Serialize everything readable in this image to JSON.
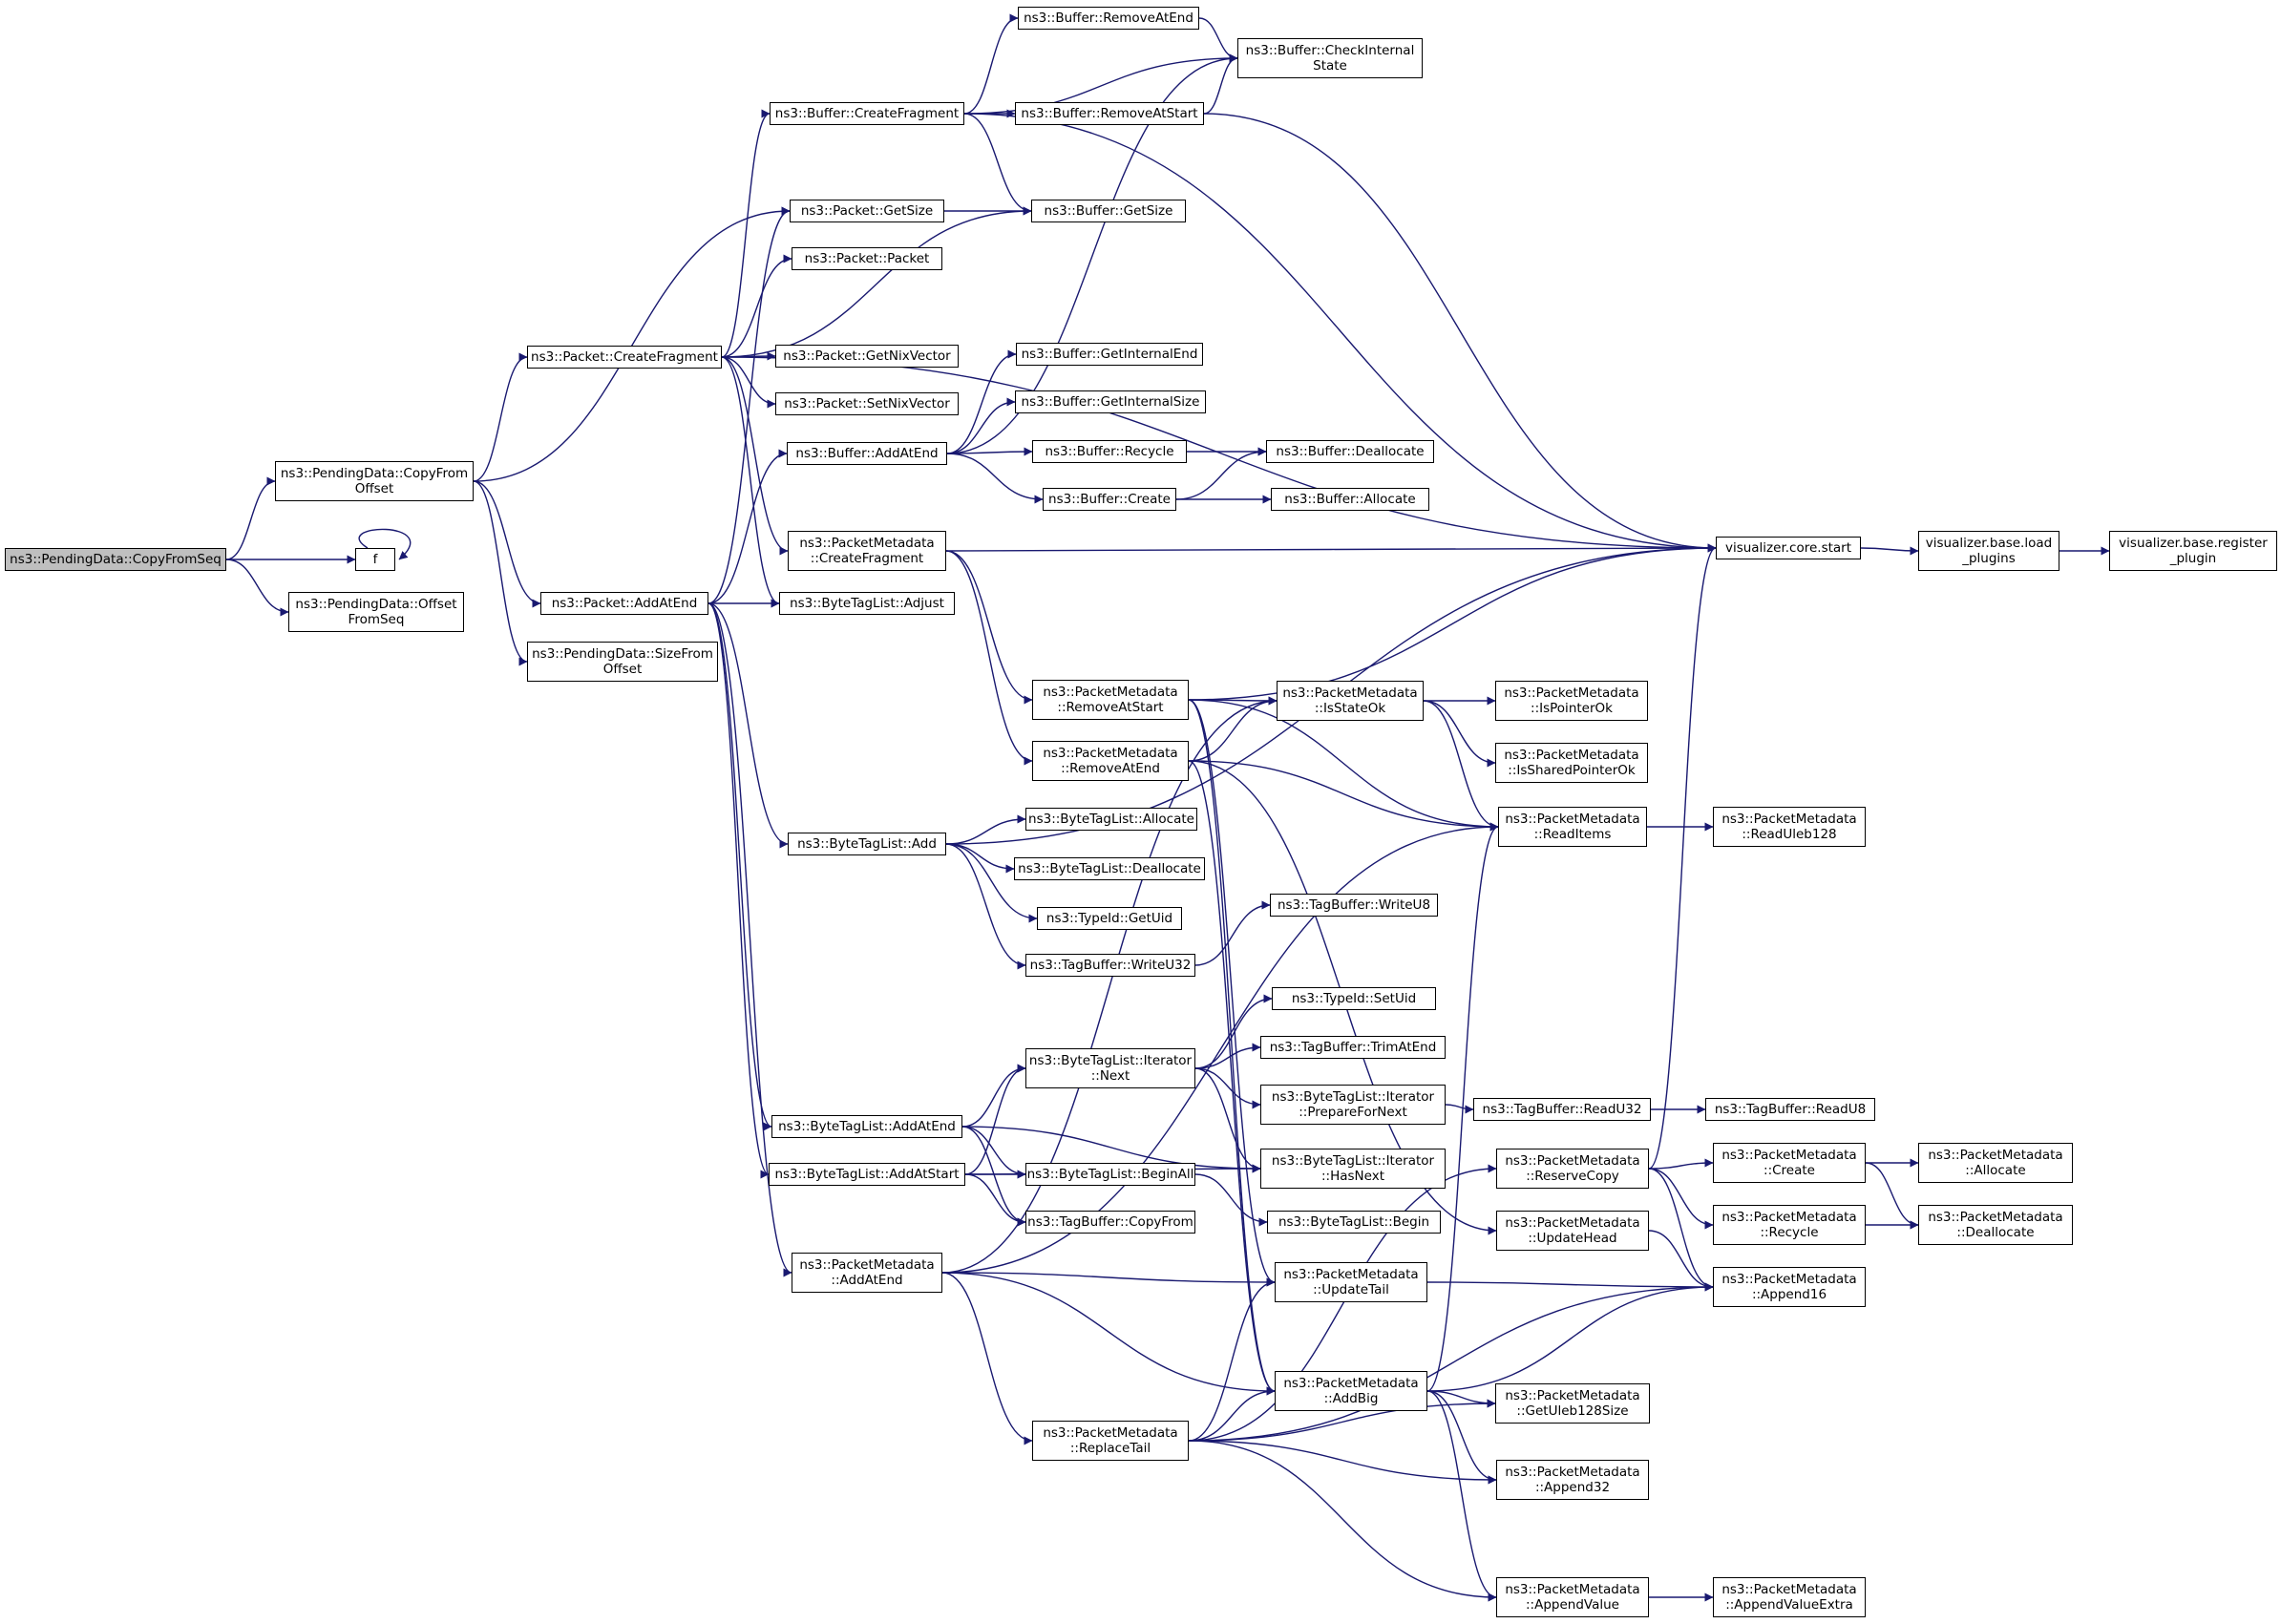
{
  "colors": {
    "edge": "#191970",
    "node_border": "#000000",
    "node_fill": "#ffffff",
    "root_fill": "#bfbfbf",
    "background": "#ffffff"
  },
  "nodes": [
    {
      "id": "root",
      "label": "ns3::PendingData::CopyFromSeq",
      "root": true
    },
    {
      "id": "f",
      "label": "f"
    },
    {
      "id": "pd_copyfromoffset",
      "label": "ns3::PendingData::CopyFrom\nOffset"
    },
    {
      "id": "pd_offsetfromseq",
      "label": "ns3::PendingData::Offset\nFromSeq"
    },
    {
      "id": "pd_sizefromoffset",
      "label": "ns3::PendingData::SizeFrom\nOffset"
    },
    {
      "id": "pkt_createfragment",
      "label": "ns3::Packet::CreateFragment"
    },
    {
      "id": "pkt_addatend",
      "label": "ns3::Packet::AddAtEnd"
    },
    {
      "id": "buf_createfragment",
      "label": "ns3::Buffer::CreateFragment"
    },
    {
      "id": "pkt_getsize",
      "label": "ns3::Packet::GetSize"
    },
    {
      "id": "pkt_packet",
      "label": "ns3::Packet::Packet"
    },
    {
      "id": "pkt_getnixvector",
      "label": "ns3::Packet::GetNixVector"
    },
    {
      "id": "pkt_setnixvector",
      "label": "ns3::Packet::SetNixVector"
    },
    {
      "id": "buf_addatend",
      "label": "ns3::Buffer::AddAtEnd"
    },
    {
      "id": "pm_createfragment",
      "label": "ns3::PacketMetadata\n::CreateFragment"
    },
    {
      "id": "btl_adjust",
      "label": "ns3::ByteTagList::Adjust"
    },
    {
      "id": "btl_add",
      "label": "ns3::ByteTagList::Add"
    },
    {
      "id": "btl_addatend",
      "label": "ns3::ByteTagList::AddAtEnd"
    },
    {
      "id": "btl_addatstart",
      "label": "ns3::ByteTagList::AddAtStart"
    },
    {
      "id": "pm_addatend",
      "label": "ns3::PacketMetadata\n::AddAtEnd"
    },
    {
      "id": "buf_removeatend",
      "label": "ns3::Buffer::RemoveAtEnd"
    },
    {
      "id": "buf_removeatstart",
      "label": "ns3::Buffer::RemoveAtStart"
    },
    {
      "id": "buf_getsize",
      "label": "ns3::Buffer::GetSize"
    },
    {
      "id": "buf_checkinternalstate",
      "label": "ns3::Buffer::CheckInternal\nState"
    },
    {
      "id": "buf_getinternalend",
      "label": "ns3::Buffer::GetInternalEnd"
    },
    {
      "id": "buf_getinternalsize",
      "label": "ns3::Buffer::GetInternalSize"
    },
    {
      "id": "buf_recycle",
      "label": "ns3::Buffer::Recycle"
    },
    {
      "id": "buf_create",
      "label": "ns3::Buffer::Create"
    },
    {
      "id": "buf_deallocate",
      "label": "ns3::Buffer::Deallocate"
    },
    {
      "id": "buf_allocate",
      "label": "ns3::Buffer::Allocate"
    },
    {
      "id": "vis_core_start",
      "label": "visualizer.core.start"
    },
    {
      "id": "vis_load_plugins",
      "label": "visualizer.base.load\n_plugins"
    },
    {
      "id": "vis_register_plugin",
      "label": "visualizer.base.register\n_plugin"
    },
    {
      "id": "pm_removeatstart",
      "label": "ns3::PacketMetadata\n::RemoveAtStart"
    },
    {
      "id": "pm_removeatend",
      "label": "ns3::PacketMetadata\n::RemoveAtEnd"
    },
    {
      "id": "pm_isstateok",
      "label": "ns3::PacketMetadata\n::IsStateOk"
    },
    {
      "id": "pm_ispointerok",
      "label": "ns3::PacketMetadata\n::IsPointerOk"
    },
    {
      "id": "pm_issharedpointerok",
      "label": "ns3::PacketMetadata\n::IsSharedPointerOk"
    },
    {
      "id": "pm_readitems",
      "label": "ns3::PacketMetadata\n::ReadItems"
    },
    {
      "id": "pm_readuleb128",
      "label": "ns3::PacketMetadata\n::ReadUleb128"
    },
    {
      "id": "btl_allocate",
      "label": "ns3::ByteTagList::Allocate"
    },
    {
      "id": "btl_deallocate",
      "label": "ns3::ByteTagList::Deallocate"
    },
    {
      "id": "typeid_getuid",
      "label": "ns3::TypeId::GetUid"
    },
    {
      "id": "tb_writeu32",
      "label": "ns3::TagBuffer::WriteU32"
    },
    {
      "id": "tb_writeu8",
      "label": "ns3::TagBuffer::WriteU8"
    },
    {
      "id": "typeid_setuid",
      "label": "ns3::TypeId::SetUid"
    },
    {
      "id": "tb_trimatend",
      "label": "ns3::TagBuffer::TrimAtEnd"
    },
    {
      "id": "btli_next",
      "label": "ns3::ByteTagList::Iterator\n::Next"
    },
    {
      "id": "btli_preparefornext",
      "label": "ns3::ByteTagList::Iterator\n::PrepareForNext"
    },
    {
      "id": "btli_hasnext",
      "label": "ns3::ByteTagList::Iterator\n::HasNext"
    },
    {
      "id": "tb_readu32",
      "label": "ns3::TagBuffer::ReadU32"
    },
    {
      "id": "tb_readu8",
      "label": "ns3::TagBuffer::ReadU8"
    },
    {
      "id": "btl_beginall",
      "label": "ns3::ByteTagList::BeginAll"
    },
    {
      "id": "btl_begin",
      "label": "ns3::ByteTagList::Begin"
    },
    {
      "id": "tb_copyfrom",
      "label": "ns3::TagBuffer::CopyFrom"
    },
    {
      "id": "pm_reservecopy",
      "label": "ns3::PacketMetadata\n::ReserveCopy"
    },
    {
      "id": "pm_updatehead",
      "label": "ns3::PacketMetadata\n::UpdateHead"
    },
    {
      "id": "pm_create",
      "label": "ns3::PacketMetadata\n::Create"
    },
    {
      "id": "pm_recycle",
      "label": "ns3::PacketMetadata\n::Recycle"
    },
    {
      "id": "pm_allocate",
      "label": "ns3::PacketMetadata\n::Allocate"
    },
    {
      "id": "pm_deallocate",
      "label": "ns3::PacketMetadata\n::Deallocate"
    },
    {
      "id": "pm_updatetail",
      "label": "ns3::PacketMetadata\n::UpdateTail"
    },
    {
      "id": "pm_append16",
      "label": "ns3::PacketMetadata\n::Append16"
    },
    {
      "id": "pm_addbig",
      "label": "ns3::PacketMetadata\n::AddBig"
    },
    {
      "id": "pm_getuleb128size",
      "label": "ns3::PacketMetadata\n::GetUleb128Size"
    },
    {
      "id": "pm_replacetail",
      "label": "ns3::PacketMetadata\n::ReplaceTail"
    },
    {
      "id": "pm_append32",
      "label": "ns3::PacketMetadata\n::Append32"
    },
    {
      "id": "pm_appendvalue",
      "label": "ns3::PacketMetadata\n::AppendValue"
    },
    {
      "id": "pm_appendvalueextra",
      "label": "ns3::PacketMetadata\n::AppendValueExtra"
    }
  ],
  "edges": [
    [
      "root",
      "pd_copyfromoffset"
    ],
    [
      "root",
      "f"
    ],
    [
      "root",
      "pd_offsetfromseq"
    ],
    [
      "f",
      "f"
    ],
    [
      "pd_copyfromoffset",
      "pkt_getsize"
    ],
    [
      "pd_copyfromoffset",
      "pkt_createfragment"
    ],
    [
      "pd_copyfromoffset",
      "pkt_addatend"
    ],
    [
      "pd_copyfromoffset",
      "pd_sizefromoffset"
    ],
    [
      "pkt_createfragment",
      "buf_createfragment"
    ],
    [
      "pkt_createfragment",
      "buf_getsize"
    ],
    [
      "pkt_createfragment",
      "pkt_packet"
    ],
    [
      "pkt_createfragment",
      "pkt_getnixvector"
    ],
    [
      "pkt_createfragment",
      "pkt_setnixvector"
    ],
    [
      "pkt_createfragment",
      "vis_core_start"
    ],
    [
      "pkt_createfragment",
      "pm_createfragment"
    ],
    [
      "pkt_createfragment",
      "btl_adjust"
    ],
    [
      "pkt_addatend",
      "pkt_getsize"
    ],
    [
      "pkt_addatend",
      "buf_addatend"
    ],
    [
      "pkt_addatend",
      "btl_adjust"
    ],
    [
      "pkt_addatend",
      "btl_add"
    ],
    [
      "pkt_addatend",
      "btl_addatend"
    ],
    [
      "pkt_addatend",
      "btl_addatstart"
    ],
    [
      "pkt_addatend",
      "pm_addatend"
    ],
    [
      "buf_createfragment",
      "buf_removeatend"
    ],
    [
      "buf_createfragment",
      "buf_checkinternalstate"
    ],
    [
      "buf_createfragment",
      "buf_removeatstart"
    ],
    [
      "buf_createfragment",
      "buf_getsize"
    ],
    [
      "buf_createfragment",
      "vis_core_start"
    ],
    [
      "buf_removeatend",
      "buf_checkinternalstate"
    ],
    [
      "buf_removeatstart",
      "buf_checkinternalstate"
    ],
    [
      "buf_removeatstart",
      "vis_core_start"
    ],
    [
      "pkt_getsize",
      "buf_getsize"
    ],
    [
      "buf_addatend",
      "buf_checkinternalstate"
    ],
    [
      "buf_addatend",
      "buf_getinternalend"
    ],
    [
      "buf_addatend",
      "buf_getinternalsize"
    ],
    [
      "buf_addatend",
      "buf_recycle"
    ],
    [
      "buf_addatend",
      "buf_create"
    ],
    [
      "buf_recycle",
      "buf_deallocate"
    ],
    [
      "buf_create",
      "buf_deallocate"
    ],
    [
      "buf_create",
      "buf_allocate"
    ],
    [
      "pm_createfragment",
      "vis_core_start"
    ],
    [
      "pm_createfragment",
      "pm_removeatstart"
    ],
    [
      "pm_createfragment",
      "pm_removeatend"
    ],
    [
      "vis_core_start",
      "vis_load_plugins"
    ],
    [
      "vis_load_plugins",
      "vis_register_plugin"
    ],
    [
      "pm_removeatstart",
      "vis_core_start"
    ],
    [
      "pm_removeatstart",
      "pm_isstateok"
    ],
    [
      "pm_removeatstart",
      "pm_readitems"
    ],
    [
      "pm_removeatstart",
      "pm_addbig"
    ],
    [
      "pm_removeatstart",
      "pm_updatetail"
    ],
    [
      "pm_removeatend",
      "pm_isstateok"
    ],
    [
      "pm_removeatend",
      "pm_readitems"
    ],
    [
      "pm_removeatend",
      "pm_updatehead"
    ],
    [
      "pm_removeatend",
      "pm_addbig"
    ],
    [
      "pm_isstateok",
      "pm_ispointerok"
    ],
    [
      "pm_isstateok",
      "pm_issharedpointerok"
    ],
    [
      "pm_isstateok",
      "pm_readitems"
    ],
    [
      "pm_readitems",
      "pm_readuleb128"
    ],
    [
      "btl_add",
      "vis_core_start"
    ],
    [
      "btl_add",
      "btl_allocate"
    ],
    [
      "btl_add",
      "btl_deallocate"
    ],
    [
      "btl_add",
      "typeid_getuid"
    ],
    [
      "btl_add",
      "tb_writeu32"
    ],
    [
      "tb_writeu32",
      "tb_writeu8"
    ],
    [
      "btli_next",
      "typeid_setuid"
    ],
    [
      "btli_next",
      "tb_trimatend"
    ],
    [
      "btli_next",
      "btli_preparefornext"
    ],
    [
      "btli_next",
      "btli_hasnext"
    ],
    [
      "btli_preparefornext",
      "tb_readu32"
    ],
    [
      "tb_readu32",
      "tb_readu8"
    ],
    [
      "btl_addatend",
      "btli_next"
    ],
    [
      "btl_addatend",
      "btli_hasnext"
    ],
    [
      "btl_addatend",
      "btl_beginall"
    ],
    [
      "btl_addatend",
      "tb_copyfrom"
    ],
    [
      "btl_addatstart",
      "btli_next"
    ],
    [
      "btl_addatstart",
      "btl_beginall"
    ],
    [
      "btl_addatstart",
      "tb_copyfrom"
    ],
    [
      "btl_addatstart",
      "btli_hasnext"
    ],
    [
      "btl_beginall",
      "btl_begin"
    ],
    [
      "pm_addatend",
      "pm_isstateok"
    ],
    [
      "pm_addatend",
      "pm_readitems"
    ],
    [
      "pm_addatend",
      "pm_updatetail"
    ],
    [
      "pm_addatend",
      "pm_addbig"
    ],
    [
      "pm_addatend",
      "pm_replacetail"
    ],
    [
      "pm_reservecopy",
      "vis_core_start"
    ],
    [
      "pm_reservecopy",
      "pm_create"
    ],
    [
      "pm_reservecopy",
      "pm_recycle"
    ],
    [
      "pm_reservecopy",
      "pm_append16"
    ],
    [
      "pm_create",
      "pm_allocate"
    ],
    [
      "pm_create",
      "pm_deallocate"
    ],
    [
      "pm_recycle",
      "pm_deallocate"
    ],
    [
      "pm_updatehead",
      "pm_append16"
    ],
    [
      "pm_updatetail",
      "pm_append16"
    ],
    [
      "pm_addbig",
      "pm_readitems"
    ],
    [
      "pm_addbig",
      "pm_append16"
    ],
    [
      "pm_addbig",
      "pm_getuleb128size"
    ],
    [
      "pm_addbig",
      "pm_append32"
    ],
    [
      "pm_addbig",
      "pm_appendvalue"
    ],
    [
      "pm_replacetail",
      "pm_updatetail"
    ],
    [
      "pm_replacetail",
      "pm_reservecopy"
    ],
    [
      "pm_replacetail",
      "pm_addbig"
    ],
    [
      "pm_replacetail",
      "pm_getuleb128size"
    ],
    [
      "pm_replacetail",
      "pm_append32"
    ],
    [
      "pm_replacetail",
      "pm_append16"
    ],
    [
      "pm_replacetail",
      "pm_appendvalue"
    ],
    [
      "pm_appendvalue",
      "pm_appendvalueextra"
    ]
  ]
}
